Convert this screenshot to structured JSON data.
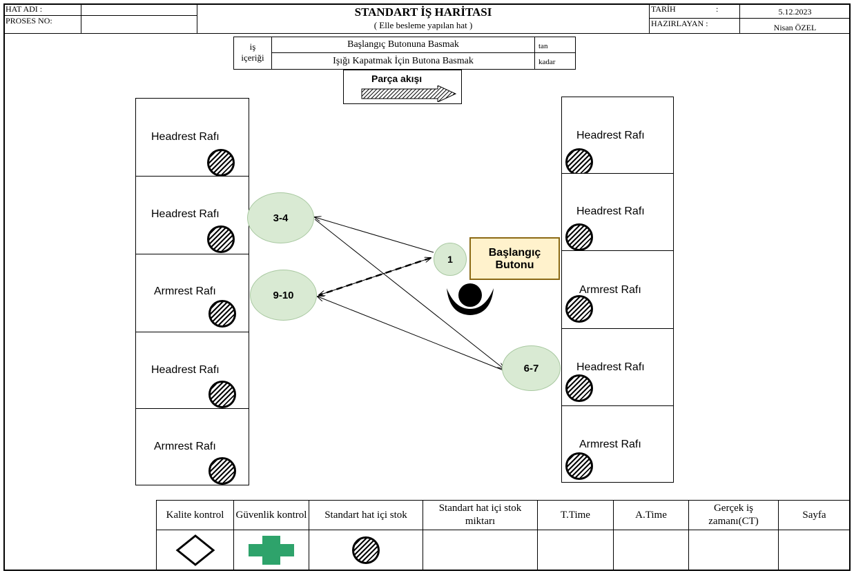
{
  "header": {
    "hat_adi_label": "HAT ADI :",
    "hat_adi_value": "",
    "proses_no_label": "PROSES NO:",
    "proses_no_value": "",
    "title": "STANDART İŞ HARİTASI",
    "subtitle": "( Elle besleme yapılan hat )",
    "tarih_label": "TARİH",
    "tarih_colon": ":",
    "tarih_value": "5.12.2023",
    "hazirlayan_label": "HAZIRLAYAN :",
    "hazirlayan_value": "Nisan ÖZEL"
  },
  "work_content": {
    "label_line1": "iş",
    "label_line2": "içeriği",
    "start_text": "Başlangıç Butonuna Basmak",
    "start_suffix": "tan",
    "end_text": "Işığı Kapatmak İçin Butona Basmak",
    "end_suffix": "kadar"
  },
  "flow": {
    "label": "Parça akışı"
  },
  "left_shelves": [
    "Headrest Rafı",
    "Headrest Rafı",
    "Armrest Rafı",
    "Headrest Rafı",
    "Armrest Rafı"
  ],
  "right_shelves": [
    "Headrest Rafı",
    "Headrest Rafı",
    "Armrest Rafı",
    "Headrest Rafı",
    "Armrest Rafı"
  ],
  "steps": {
    "s1": "1",
    "s34": "3-4",
    "s910": "9-10",
    "s67": "6-7"
  },
  "start_button": {
    "line1": "Başlangıç",
    "line2": "Butonu"
  },
  "legend": {
    "kalite": "Kalite kontrol",
    "guvenlik": "Güvenlik kontrol",
    "stok": "Standart hat içi stok",
    "stok_miktari": "Standart hat içi stok miktarı",
    "t_time": "T.Time",
    "a_time": "A.Time",
    "ct": "Gerçek iş zamanı(CT)",
    "sayfa": "Sayfa"
  },
  "colors": {
    "bubble": "#d9ead3",
    "start_button_fill": "#fff2cc",
    "start_button_border": "#8b6914",
    "safety_cross": "#2ea36b"
  }
}
